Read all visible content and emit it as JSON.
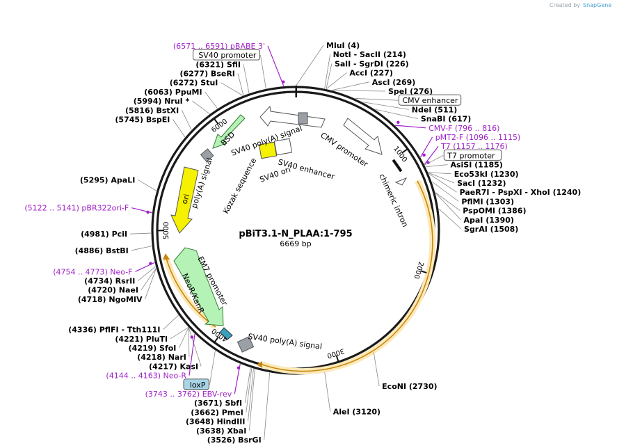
{
  "plasmid": {
    "name": "pBiT3.1-N_PLAA:1-795",
    "size_label": "6669 bp",
    "length": 6669
  },
  "watermark": {
    "created_by": "Created by",
    "brand": "SnapGene"
  },
  "ticks": [
    {
      "pos": 1000,
      "label": "1000"
    },
    {
      "pos": 2000,
      "label": "2000"
    },
    {
      "pos": 3000,
      "label": "3000"
    },
    {
      "pos": 4000,
      "label": "4000"
    },
    {
      "pos": 5000,
      "label": "5000"
    },
    {
      "pos": 6000,
      "label": "6000"
    }
  ],
  "sites": [
    {
      "pos": 4,
      "text": "MluI  (4)"
    },
    {
      "pos": 214,
      "text": "NotI  - SacII  (214)"
    },
    {
      "pos": 226,
      "text": "SalI  - SgrDI  (226)"
    },
    {
      "pos": 227,
      "text": "AccI  (227)"
    },
    {
      "pos": 269,
      "text": "AscI  (269)"
    },
    {
      "pos": 276,
      "text": "SpeI  (276)"
    },
    {
      "pos": 511,
      "text": "NdeI  (511)"
    },
    {
      "pos": 617,
      "text": "SnaBI  (617)"
    },
    {
      "pos": 1185,
      "text": "AsiSI  (1185)"
    },
    {
      "pos": 1230,
      "text": "Eco53kI  (1230)"
    },
    {
      "pos": 1232,
      "text": "SacI  (1232)"
    },
    {
      "pos": 1240,
      "text": "PaeR7I  - PspXI  - XhoI  (1240)"
    },
    {
      "pos": 1303,
      "text": "PflMI  (1303)"
    },
    {
      "pos": 1386,
      "text": "PspOMI  (1386)"
    },
    {
      "pos": 1390,
      "text": "ApaI  (1390)"
    },
    {
      "pos": 1508,
      "text": "SgrAI  (1508)"
    },
    {
      "pos": 2730,
      "text": "EcoNI  (2730)"
    },
    {
      "pos": 3120,
      "text": "AleI  (3120)"
    },
    {
      "pos": 3526,
      "text": "(3526)  BsrGI"
    },
    {
      "pos": 3638,
      "text": "(3638)  XbaI"
    },
    {
      "pos": 3648,
      "text": "(3648)  HindIII"
    },
    {
      "pos": 3662,
      "text": "(3662)  PmeI"
    },
    {
      "pos": 3671,
      "text": "(3671)  SbfI"
    },
    {
      "pos": 4217,
      "text": "(4217)  KasI"
    },
    {
      "pos": 4218,
      "text": "(4218)  NarI"
    },
    {
      "pos": 4219,
      "text": "(4219)  SfoI"
    },
    {
      "pos": 4221,
      "text": "(4221)  PluTI"
    },
    {
      "pos": 4336,
      "text": "(4336)  PflFI  - Tth111I"
    },
    {
      "pos": 4718,
      "text": "(4718)  NgoMIV"
    },
    {
      "pos": 4720,
      "text": "(4720)  NaeI"
    },
    {
      "pos": 4734,
      "text": "(4734)  RsrII"
    },
    {
      "pos": 4886,
      "text": "(4886)  BstBI"
    },
    {
      "pos": 4981,
      "text": "(4981)  PciI"
    },
    {
      "pos": 5295,
      "text": "(5295)  ApaLI"
    },
    {
      "pos": 5745,
      "text": "(5745)  BspEI"
    },
    {
      "pos": 5816,
      "text": "(5816)  BstXI"
    },
    {
      "pos": 5994,
      "text": "(5994)  NruI *"
    },
    {
      "pos": 6063,
      "text": "(6063)  PpuMI"
    },
    {
      "pos": 6272,
      "text": "(6272)  StuI"
    },
    {
      "pos": 6277,
      "text": "(6277)  BseRI"
    },
    {
      "pos": 6321,
      "text": "(6321)  SfiI"
    }
  ],
  "primers": [
    {
      "pos": 6581,
      "text": "(6571 .. 6591)  pBABE 3'"
    },
    {
      "pos": 806,
      "text": "CMV-F     (796 .. 816)"
    },
    {
      "pos": 1105,
      "text": "pMT2-F    (1096 .. 1115)"
    },
    {
      "pos": 1166,
      "text": "T7     (1157 .. 1176)"
    },
    {
      "pos": 5131,
      "text": "(5122 .. 5141)  pBR322ori-F"
    },
    {
      "pos": 4763,
      "text": "(4754 .. 4773)  Neo-F"
    },
    {
      "pos": 4153,
      "text": "(4144 .. 4163)  Neo-R"
    },
    {
      "pos": 3752,
      "text": "(3743 .. 3762)  EBV-rev"
    }
  ],
  "boxed_labels": [
    {
      "pos": 6450,
      "text": "SV40 promoter"
    },
    {
      "pos": 450,
      "text": "CMV enhancer"
    },
    {
      "pos": 1170,
      "text": "T7 promoter"
    },
    {
      "pos": 3960,
      "text": "loxP"
    }
  ],
  "features": [
    {
      "text": "CMV promoter"
    },
    {
      "text": "chimeric intron"
    },
    {
      "text": "SV40 poly(A) signal"
    },
    {
      "text": "SV40 poly(A) signal"
    },
    {
      "text": "BSD"
    },
    {
      "text": "SV40 enhancer"
    },
    {
      "text": "SV40 ori"
    },
    {
      "text": "Kozak sequence"
    },
    {
      "text": "poly(A) signal"
    },
    {
      "text": "ori"
    },
    {
      "text": "NeoR/KanR"
    },
    {
      "text": "EM7 promoter"
    }
  ],
  "colors": {
    "backbone": "#1a1a1a",
    "primer": "#a020c8",
    "orf": "#f5a623",
    "bsd": "#b5f2b5",
    "ori": "#f5f100",
    "hatch": "#9aa0a6",
    "loxp": "#a8d4e6"
  }
}
